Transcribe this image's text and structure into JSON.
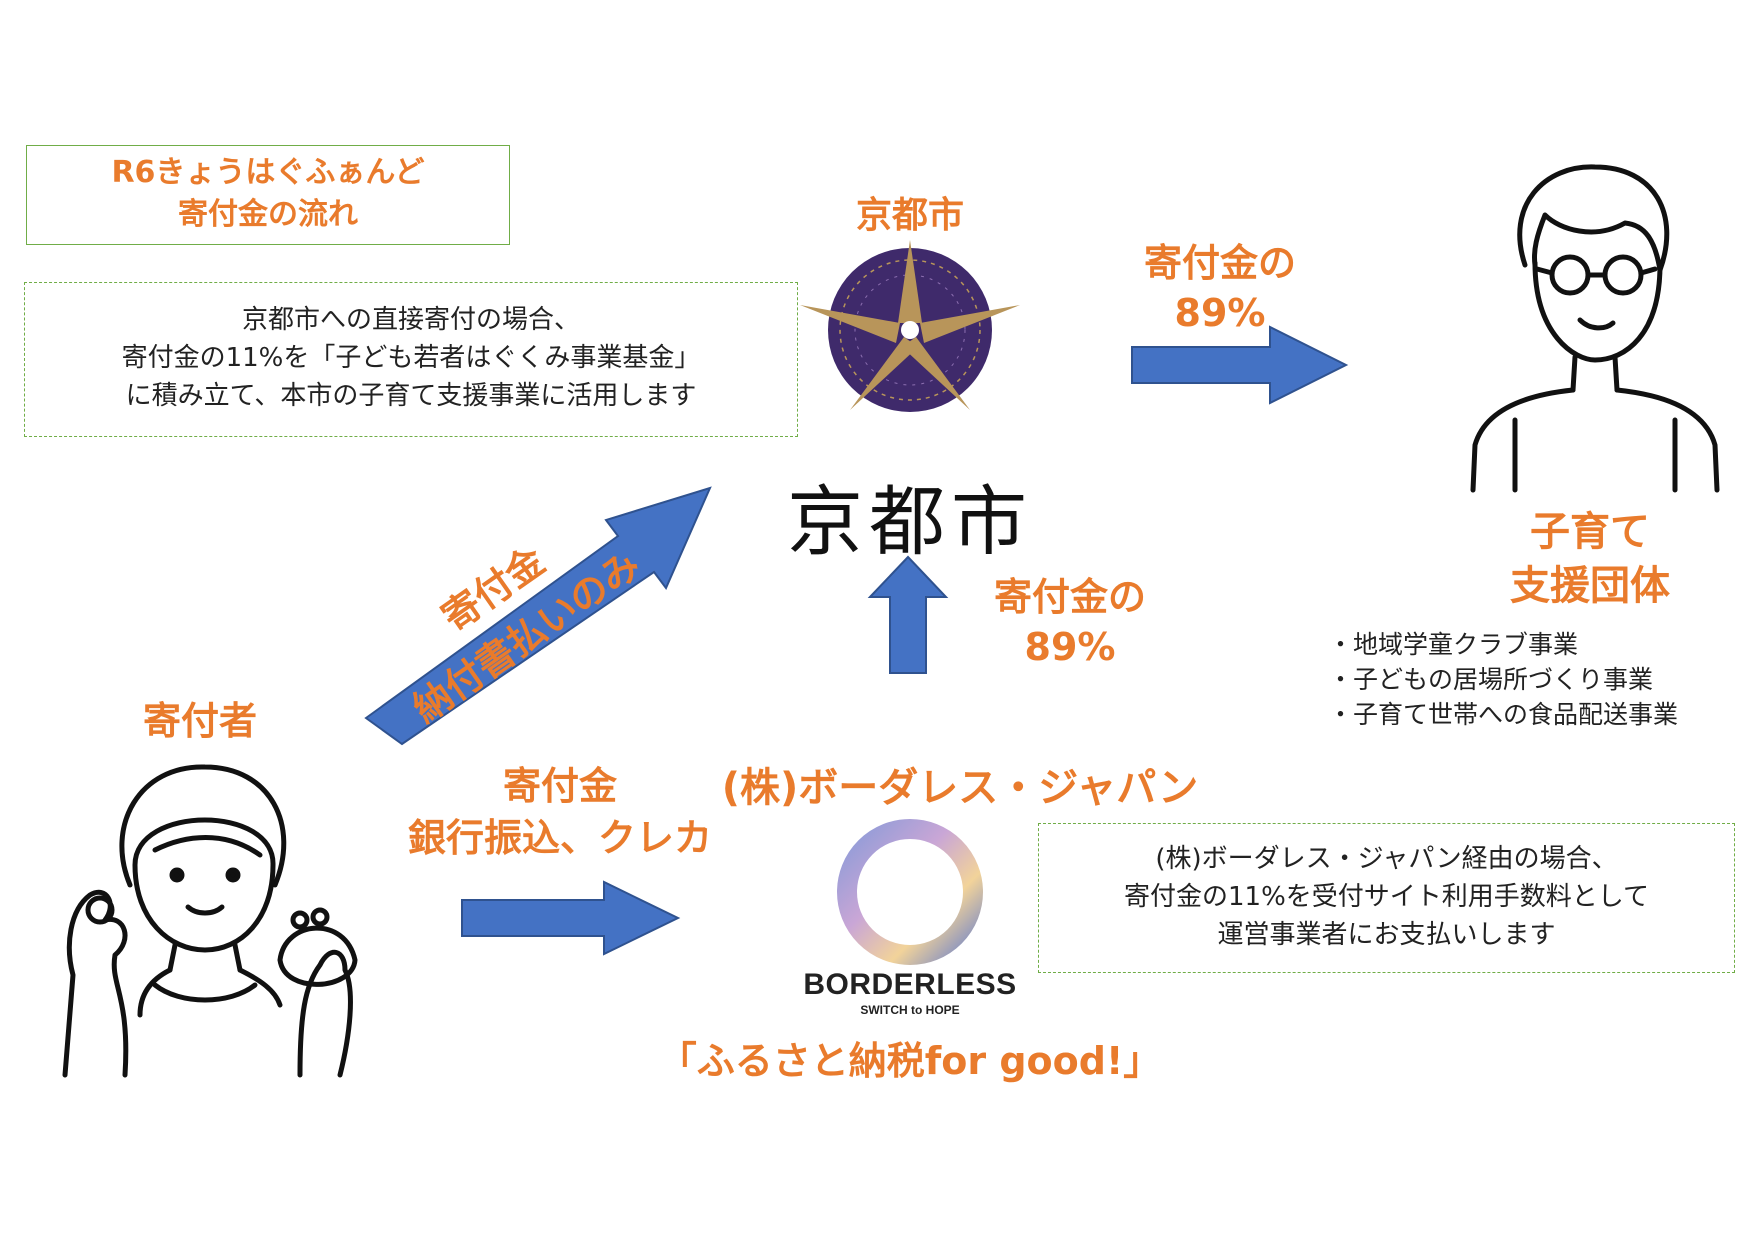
{
  "title_box": {
    "line1": "R6きょうはぐふぁんど",
    "line2": "寄付金の流れ"
  },
  "direct_note": {
    "line1": "京都市への直接寄付の場合、",
    "line2": "寄付金の11%を「子ども若者はぐくみ事業基金」",
    "line3": "に積み立て、本市の子育て支援事業に活用します"
  },
  "kyoto": {
    "label": "京都市",
    "logo_text": "京都市"
  },
  "arrow_to_group": {
    "line1": "寄付金の",
    "line2": "89%"
  },
  "arrow_from_borderless": {
    "line1": "寄付金の",
    "line2": "89%"
  },
  "support_group": {
    "label_line1": "子育て",
    "label_line2": "支援団体",
    "items": [
      "・地域学童クラブ事業",
      "・子どもの居場所づくり事業",
      "・子育て世帯への食品配送事業"
    ]
  },
  "donor": {
    "label": "寄付者"
  },
  "diag_arrow": {
    "line1": "寄付金",
    "line2": "納付書払いのみ"
  },
  "bank_arrow": {
    "line1": "寄付金",
    "line2": "銀行振込、クレカ"
  },
  "borderless": {
    "company": "(株)ボーダレス・ジャパン",
    "logo_main": "BORDERLESS",
    "logo_sub": "SWITCH to HOPE",
    "service": "「ふるさと納税for good!」"
  },
  "borderless_note": {
    "line1": "(株)ボーダレス・ジャパン経由の場合、",
    "line2": "寄付金の11%を受付サイト利用手数料として",
    "line3": "運営事業者にお支払いします"
  },
  "colors": {
    "accent": "#E97B2C",
    "arrow": "#4472C4",
    "arrow_border": "#2F528F",
    "box_border": "#70AD47",
    "kyoto_purple": "#3F2A6B",
    "kyoto_gold": "#B8955A"
  }
}
